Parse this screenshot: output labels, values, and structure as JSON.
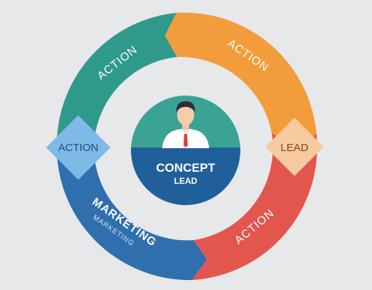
{
  "diagram": {
    "segments": [
      {
        "label": "ACTION",
        "color": "#2f9a8b"
      },
      {
        "label": "ACTION",
        "color": "#f39c3c"
      },
      {
        "label": "ACTION",
        "color": "#e3564d"
      },
      {
        "label": "MARKETING",
        "sublabel": "MARKETING",
        "color": "#2f6fae"
      }
    ],
    "diamonds": [
      {
        "label": "ACTION",
        "color": "#7fb9e8",
        "text_color": "#1f4f80"
      },
      {
        "label": "LEAD",
        "color": "#f8caa0",
        "text_color": "#7a4620"
      }
    ],
    "center": {
      "top_color": "#3aa394",
      "bottom_color": "#1f5f9a",
      "title": "CONCEPT",
      "subtitle": "LEAD",
      "icon": "businessman-icon"
    }
  }
}
